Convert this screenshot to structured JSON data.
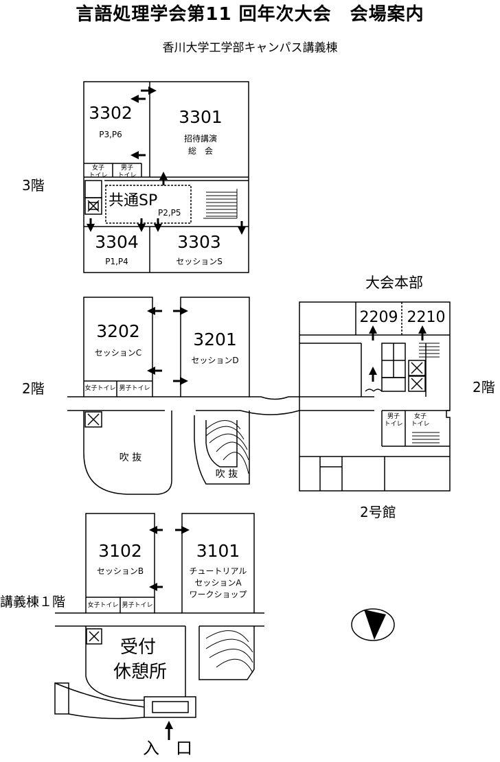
{
  "title": "言語処理学会第11 回年次大会　会場案内",
  "subtitle": "香川大学工学部キャンパス講義棟",
  "floor3": {
    "label": "3階",
    "rooms": {
      "r3302": {
        "num": "3302",
        "note": "P3,P6"
      },
      "r3301": {
        "num": "3301",
        "line1": "招待講演",
        "line2": "総　会"
      },
      "r3304": {
        "num": "3304",
        "note": "P1,P4"
      },
      "r3303": {
        "num": "3303",
        "note": "セッションS"
      },
      "common": {
        "name": "共通SP",
        "note": "P2,P5"
      }
    },
    "toilet_f": "女子\nトイレ",
    "toilet_m": "男子\nトイレ"
  },
  "floor2": {
    "label_left": "2階",
    "label_right": "2階",
    "rooms": {
      "r3202": {
        "num": "3202",
        "note": "セッションC"
      },
      "r3201": {
        "num": "3201",
        "note": "セッションD"
      }
    },
    "toilet_f": "女子トイレ",
    "toilet_m": "男子トイレ",
    "atrium1": "吹 抜",
    "atrium2": "吹 抜"
  },
  "building2": {
    "hq": "大会本部",
    "rooms": [
      "2209",
      "2210"
    ],
    "toilet_m": "男子\nトイレ",
    "toilet_f": "女子\nトイレ",
    "name": "2号館"
  },
  "floor1": {
    "label": "講義棟１階",
    "rooms": {
      "r3102": {
        "num": "3102",
        "note": "セッションB"
      },
      "r3101": {
        "num": "3101",
        "line1": "チュートリアル",
        "line2": "セッションA",
        "line3": "ワークショップ"
      }
    },
    "toilet_f": "女子トイレ",
    "toilet_m": "男子トイレ",
    "reception1": "受付",
    "reception2": "休憩所",
    "entrance": "入　口"
  },
  "icons": [
    "elevator-icon",
    "stairs-icon",
    "arrow-icon",
    "compass-icon",
    "door-icon"
  ]
}
